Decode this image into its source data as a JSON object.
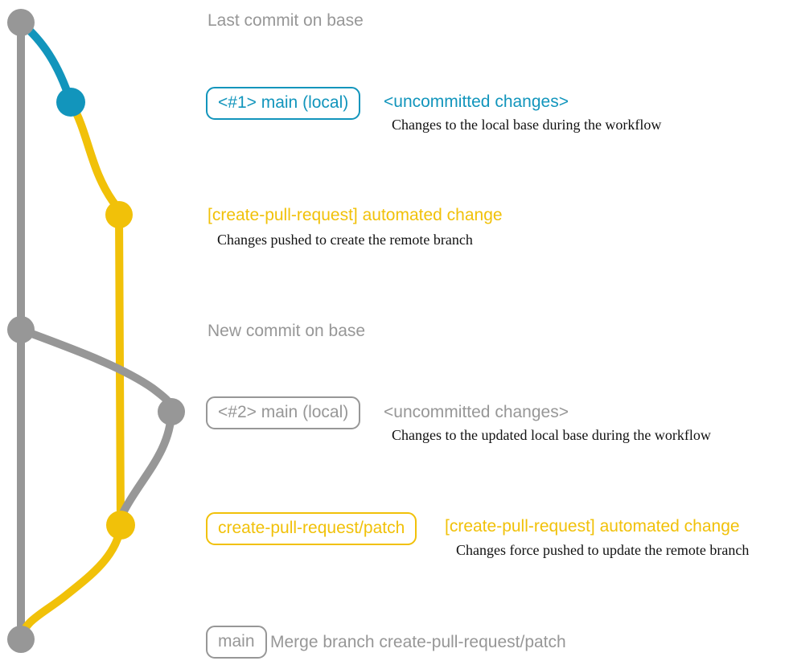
{
  "colors": {
    "gray": "#979797",
    "blue": "#1295bc",
    "yellow": "#f1c109",
    "note_text": "#111111",
    "background": "#ffffff"
  },
  "rows": {
    "row1": {
      "message": "Last commit on base"
    },
    "row2": {
      "badge": "<#1> main (local)",
      "message": "<uncommitted changes>",
      "note": "Changes to the local base during the workflow"
    },
    "row3": {
      "message": "[create-pull-request] automated change",
      "note": "Changes pushed to create the remote branch"
    },
    "row4": {
      "message": "New commit on base"
    },
    "row5": {
      "badge": "<#2> main (local)",
      "message": "<uncommitted changes>",
      "note": "Changes to the updated local base during the workflow"
    },
    "row6": {
      "badge": "create-pull-request/patch",
      "message": "[create-pull-request] automated change",
      "note": "Changes force pushed to update the remote branch"
    },
    "row7": {
      "badge": "main",
      "message": "Merge branch create-pull-request/patch"
    }
  }
}
